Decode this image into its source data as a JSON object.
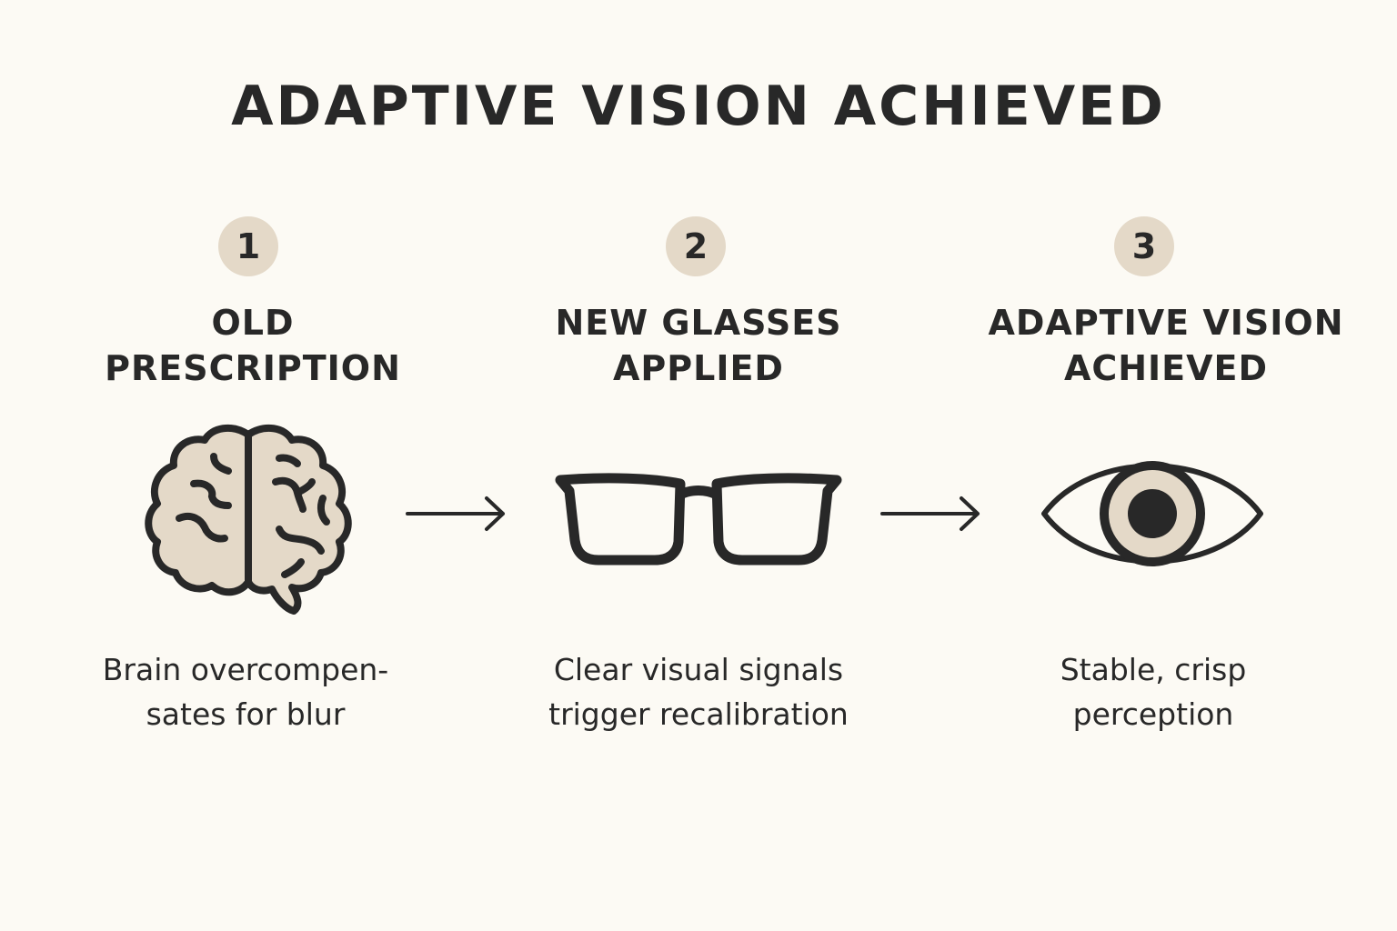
{
  "title": "ADAPTIVE VISION ACHIEVED",
  "steps": [
    {
      "number": "1",
      "heading_line1": "OLD",
      "heading_line2": "PRESCRIPTION",
      "icon": "brain-icon",
      "desc_line1": "Brain overcompen-",
      "desc_line2": "sates for blur"
    },
    {
      "number": "2",
      "heading_line1": "NEW GLASSES",
      "heading_line2": "APPLIED",
      "icon": "glasses-icon",
      "desc_line1": "Clear visual signals",
      "desc_line2": "trigger recalibration"
    },
    {
      "number": "3",
      "heading_line1": "ADAPTIVE VISION",
      "heading_line2": "ACHIEVED",
      "icon": "eye-icon",
      "desc_line1": "Stable, crisp",
      "desc_line2": "perception"
    }
  ],
  "colors": {
    "background": "#fcfaf4",
    "accent": "#e4d9c8",
    "ink": "#282828"
  }
}
